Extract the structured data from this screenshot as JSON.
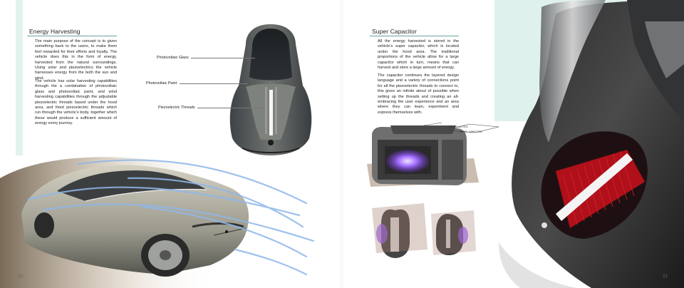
{
  "left_page": {
    "heading": "Energy Harvesting",
    "paragraphs": [
      "The main purpose of the concept is to given something back to the users, to make them feel rewarded for their efforts and loyalty. The vehicle does this in the form of energy, harvested from the natural surroundings. Using solar and piezoelectrics the vehicle harnesses energy from the both the sun and wind.",
      "The vehicle has solar harvesting capabilities through the a combination of photovoltaic glass and photovoltaic paint, and wind harvesting capabilities through the adjustable piezoelectric threads based under the hood area, and fixed piezoelectric threads which run through the vehicle's body, together which these would produce a sufficient amount of energy every journey."
    ],
    "callouts": [
      "Photovoltaic Glass",
      "Photovoltaic Paint",
      "Piezoelectric Threads"
    ],
    "page_number": "20"
  },
  "right_page": {
    "heading": "Super Capacitor",
    "paragraphs": [
      "All the energy harvested is stored in the vehicle's super capacitor, which is located under the hood area. The traditional proportions of the vehicle allow for a large capacitor which in turn, means that can harvest and store a large amount of energy.",
      "The capacitor continues the layered design language and a variety of connections point for all the piezoelectric threads to connect to, this gives an infinite about of possible when setting up the threads and creating an all-embracing the user experience and an area where they can learn, experiment and express themselves with."
    ],
    "sketch_notes": [
      "PIEZOELECTRIC",
      "SUPER CAPACITOR"
    ],
    "page_number": "21"
  },
  "colors": {
    "accent": "#6aa59d",
    "mint": "#dff1ec",
    "capacitor_glow": "#8a4dff",
    "core_red": "#c0121a"
  }
}
